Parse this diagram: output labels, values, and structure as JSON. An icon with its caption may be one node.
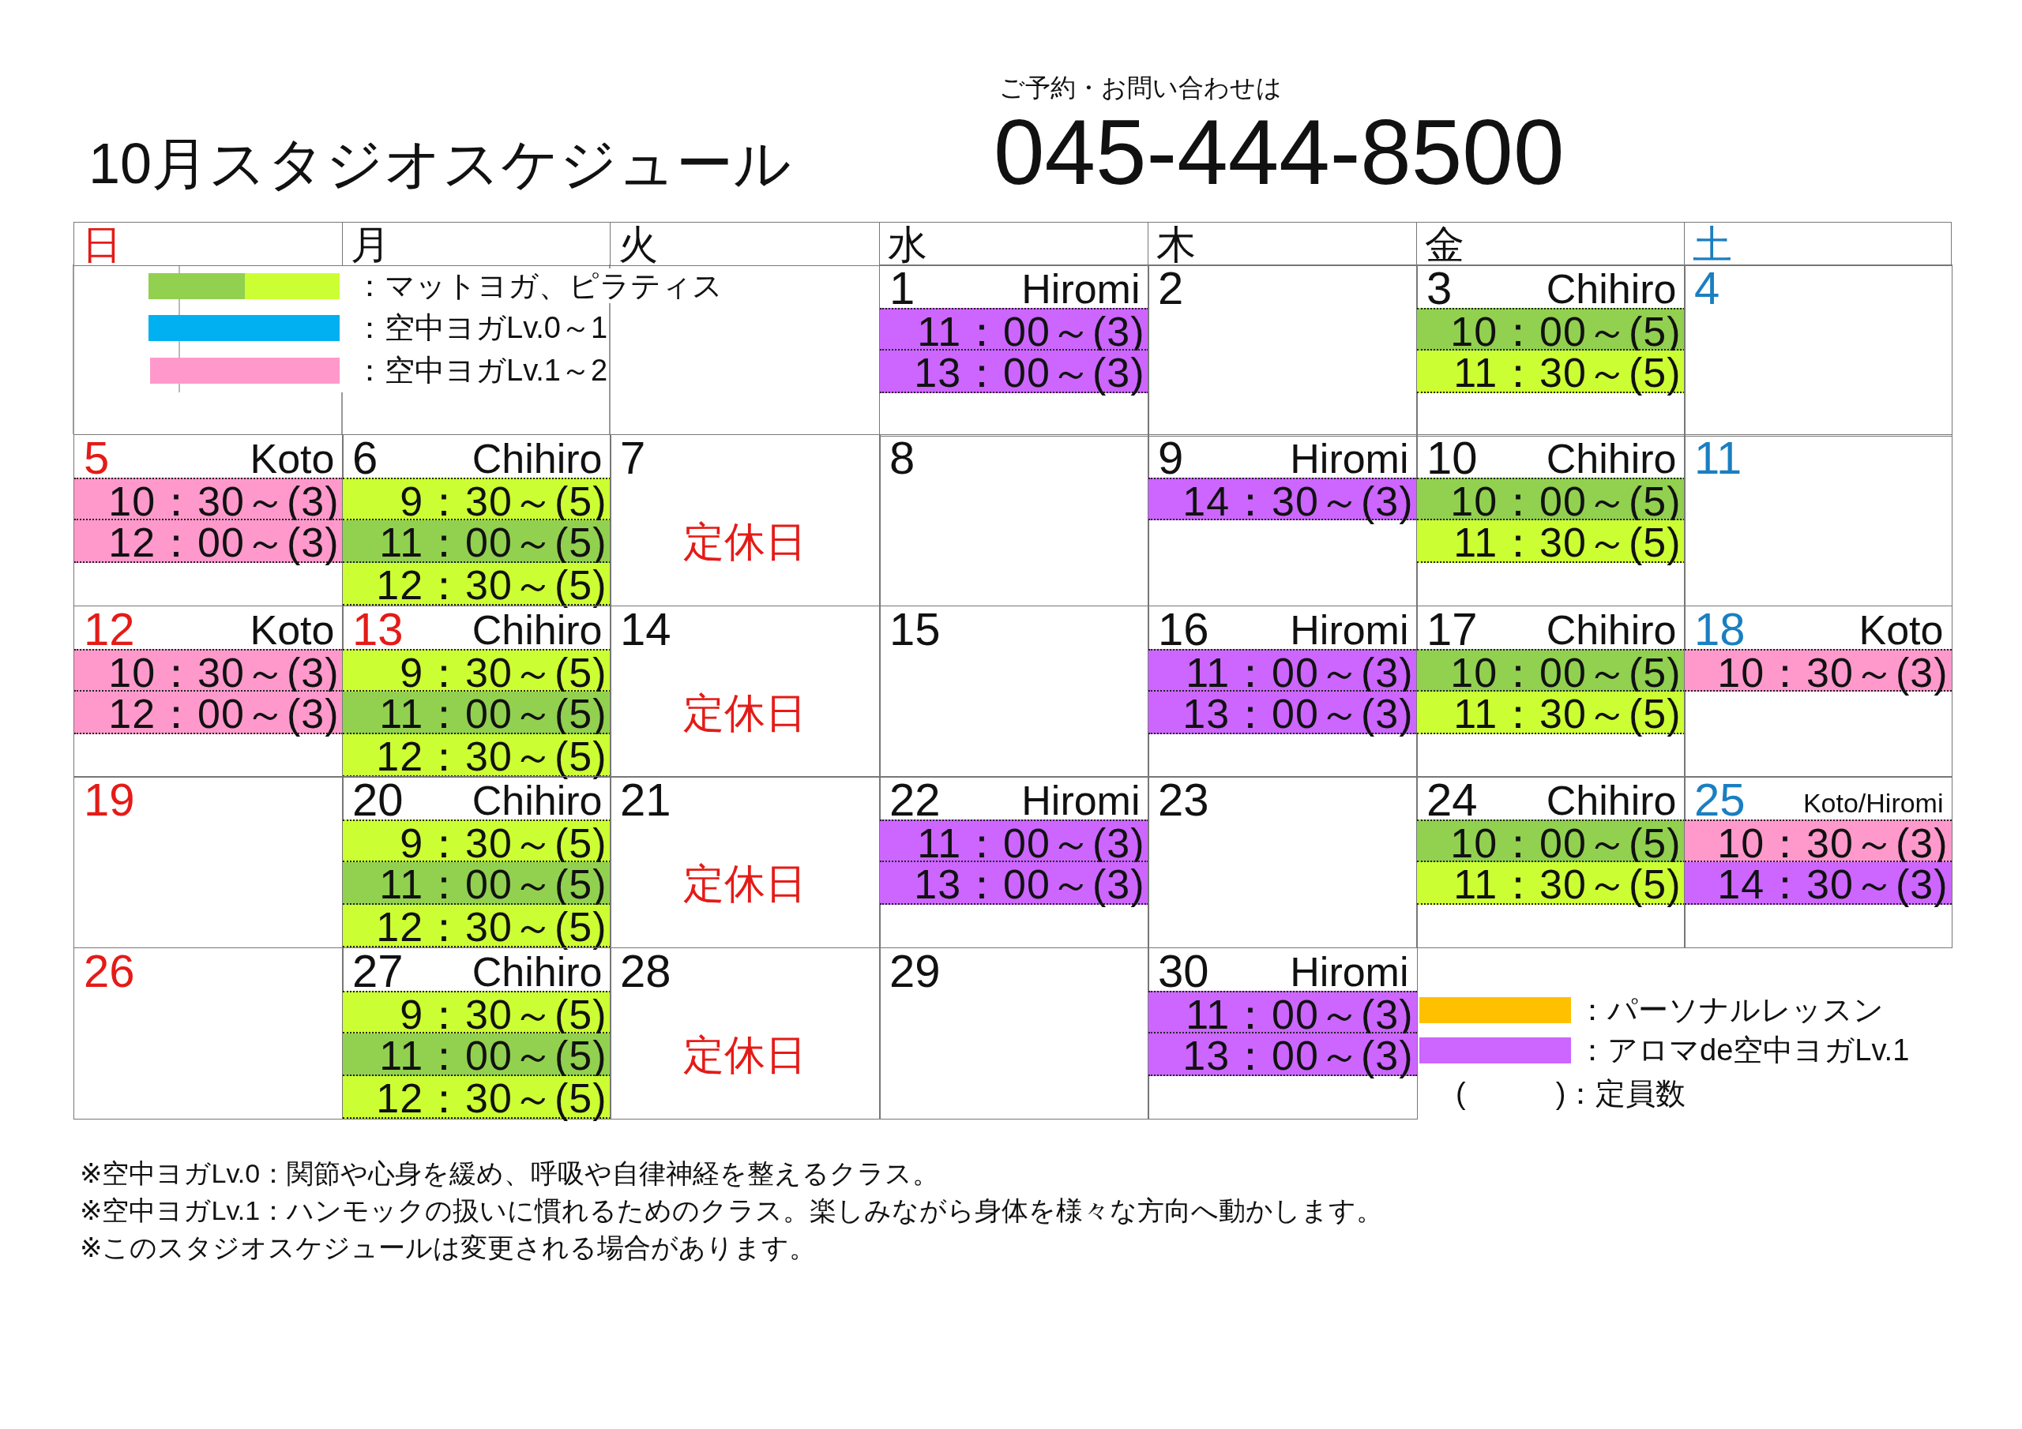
{
  "diagram": {
    "title": "10月スタジオスケジュール",
    "nodes": [
      {
        "text": [
          "1",
          "Hiromi"
        ]
      },
      {
        "text": [
          "11：00～(3)"
        ],
        "in": 0
      },
      {
        "text": [
          "13：00～(3)"
        ],
        "in": 0
      },
      {
        "text": [
          "2"
        ]
      },
      {
        "text": [
          "3",
          "Chihiro"
        ]
      },
      {
        "text": [
          "10：00～(5)"
        ],
        "in": 4
      },
      {
        "text": [
          "11：30～(5)"
        ],
        "in": 4
      },
      {
        "text": [
          "4"
        ]
      },
      {
        "text": [
          "5",
          "Koto"
        ]
      },
      {
        "text": [
          "10：30～(3)"
        ],
        "in": 8
      },
      {
        "text": [
          "12：00～(3)"
        ],
        "in": 8
      },
      {
        "text": [
          "6",
          "Chihiro"
        ]
      },
      {
        "text": [
          "9：30～(5)"
        ],
        "in": 11
      },
      {
        "text": [
          "11：00～(5)"
        ],
        "in": 11
      },
      {
        "text": [
          "12：30～(5)"
        ],
        "in": 11
      },
      {
        "text": [
          "7",
          "定休日"
        ]
      },
      {
        "text": [
          "8"
        ]
      },
      {
        "text": [
          "9",
          "Hiromi"
        ]
      },
      {
        "text": [
          "14：30～(3)"
        ],
        "in": 17
      },
      {
        "text": [
          "10",
          "Chihiro"
        ]
      },
      {
        "text": [
          "10：00～(5)"
        ],
        "in": 19
      },
      {
        "text": [
          "11：30～(5)"
        ],
        "in": 19
      },
      {
        "text": [
          "11"
        ]
      },
      {
        "text": [
          "12",
          "Koto"
        ]
      },
      {
        "text": [
          "10：30～(3)"
        ],
        "in": 23
      },
      {
        "text": [
          "12：00～(3)"
        ],
        "in": 23
      },
      {
        "text": [
          "13",
          "Chihiro"
        ]
      },
      {
        "text": [
          "9：30～(5)"
        ],
        "in": 26
      },
      {
        "text": [
          "11：00～(5)"
        ],
        "in": 26
      },
      {
        "text": [
          "12：30～(5)"
        ],
        "in": 26
      },
      {
        "text": [
          "14",
          "定休日"
        ]
      },
      {
        "text": [
          "15"
        ]
      },
      {
        "text": [
          "16",
          "Hiromi"
        ]
      },
      {
        "text": [
          "11：00～(3)"
        ],
        "in": 32
      },
      {
        "text": [
          "13：00～(3)"
        ],
        "in": 32
      },
      {
        "text": [
          "17",
          "Chihiro"
        ]
      },
      {
        "text": [
          "10：00～(5)"
        ],
        "in": 35
      },
      {
        "text": [
          "11：30～(5)"
        ],
        "in": 35
      },
      {
        "text": [
          "18",
          "Koto"
        ]
      },
      {
        "text": [
          "10：30～(3)"
        ],
        "in": 38
      },
      {
        "text": [
          "19"
        ]
      },
      {
        "text": [
          "20",
          "Chihiro"
        ]
      },
      {
        "text": [
          "9：30～(5)"
        ],
        "in": 41
      },
      {
        "text": [
          "11：00～(5)"
        ],
        "in": 41
      },
      {
        "text": [
          "12：30～(5)"
        ],
        "in": 41
      },
      {
        "text": [
          "21",
          "定休日"
        ]
      },
      {
        "text": [
          "22",
          "Hiromi"
        ]
      },
      {
        "text": [
          "11：00～(3)"
        ],
        "in": 46
      },
      {
        "text": [
          "13：00～(3)"
        ],
        "in": 46
      },
      {
        "text": [
          "23"
        ]
      },
      {
        "text": [
          "24",
          "Chihiro"
        ]
      },
      {
        "text": [
          "10：00～(5)"
        ],
        "in": 50
      },
      {
        "text": [
          "11：30～(5)"
        ],
        "in": 50
      },
      {
        "text": [
          "25",
          "Koto/Hiromi"
        ]
      },
      {
        "text": [
          "10：30～(3)"
        ],
        "in": 53
      },
      {
        "text": [
          "14：30～(3)"
        ],
        "in": 53
      },
      {
        "text": [
          "26"
        ]
      },
      {
        "text": [
          "27",
          "Chihiro"
        ]
      },
      {
        "text": [
          "9：30～(5)"
        ],
        "in": 57
      },
      {
        "text": [
          "11：00～(5)"
        ],
        "in": 57
      },
      {
        "text": [
          "12：30～(5)"
        ],
        "in": 57
      },
      {
        "text": [
          "28",
          "定休日"
        ]
      },
      {
        "text": [
          "29"
        ]
      },
      {
        "text": [
          "30",
          "Hiromi"
        ]
      },
      {
        "text": [
          "11：00～(3)"
        ],
        "in": 63
      },
      {
        "text": [
          "13：00～(3)"
        ],
        "in": 63
      }
    ],
    "labels": [
      "ご予約・お問い合わせは",
      "045-444-8500",
      "日",
      "月",
      "火",
      "水",
      "木",
      "金",
      "土",
      "※空中ヨガLv.0：関節や心身を緩め、呼吸や自律神経を整えるクラス。",
      "※空中ヨガLv.1：ハンモックの扱いに慣れるためのクラス。楽しみながら身体を様々な方向へ動かします。",
      "※このスタジオスケジュールは変更される場合があります。"
    ],
    "legend": [
      {
        "text": "：マットヨガ、ピラティス",
        "color": "#92d050"
      },
      {
        "text": "：空中ヨガLv.0～1",
        "color": "#00b0f0"
      },
      {
        "text": "：空中ヨガLv.1～2",
        "color": "#ff99cc"
      },
      {
        "text": "：パーソナルレッスン",
        "color": "#ffc000"
      },
      {
        "text": "：アロマde空中ヨガLv.1",
        "color": "#cc66ff"
      },
      {
        "text": "(　　　)：定員数"
      }
    ]
  }
}
